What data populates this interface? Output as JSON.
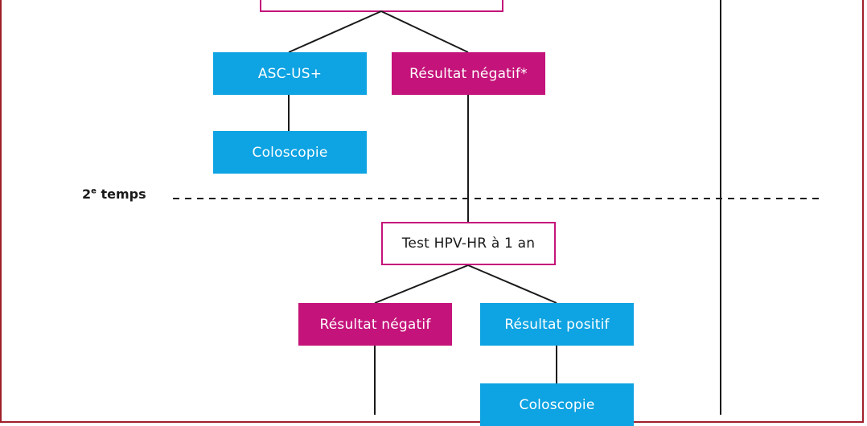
{
  "diagram": {
    "stage_label": {
      "number": "2",
      "suffix": "e",
      "text": " temps"
    },
    "nodes": {
      "ascus": "ASC-US+",
      "result_neg_star": "Résultat négatif*",
      "colposcopy_1": "Coloscopie",
      "hpv_test": "Test HPV-HR à 1 an",
      "result_neg": "Résultat négatif",
      "result_pos": "Résultat positif",
      "colposcopy_2": "Coloscopie"
    },
    "colors": {
      "blue": "#0ea3e2",
      "magenta": "#c4137a",
      "frame": "#a0202a",
      "line": "#1a1a1a"
    }
  }
}
